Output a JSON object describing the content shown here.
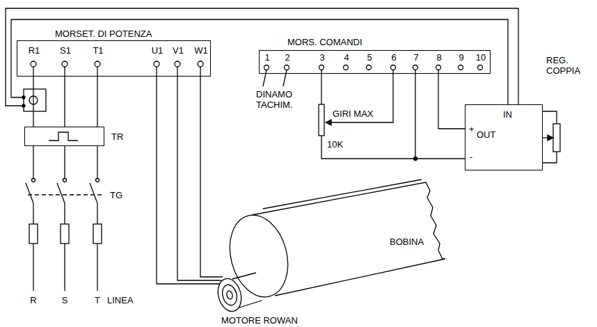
{
  "diagram": {
    "nodes": [
      {
        "text": [
          "MORSET. DI POTENZA",
          "R1",
          "S1",
          "T1",
          "U1",
          "V1",
          "W1"
        ]
      },
      {
        "text": [
          "MORS. COMANDI",
          "1",
          "2",
          "3",
          "4",
          "5",
          "6",
          "7",
          "8",
          "9",
          "10"
        ]
      },
      {
        "text": [
          "TR"
        ]
      },
      {
        "text": [
          "REG. COPPIA",
          "+",
          "OUT",
          "-",
          "IN"
        ]
      }
    ],
    "edges": [
      {
        "from": 2,
        "to": 0,
        "arrow": "none"
      },
      {
        "from": 1,
        "to": 3,
        "arrow": "none"
      },
      {
        "from": 1,
        "to": 3,
        "arrow": "none"
      }
    ],
    "labels": [
      "DINAMO TACHIM.",
      "GIRI MAX",
      "10K",
      "TG",
      "R",
      "S",
      "T",
      "LINEA",
      "BOBINA",
      "MOTORE ROWAN"
    ]
  }
}
